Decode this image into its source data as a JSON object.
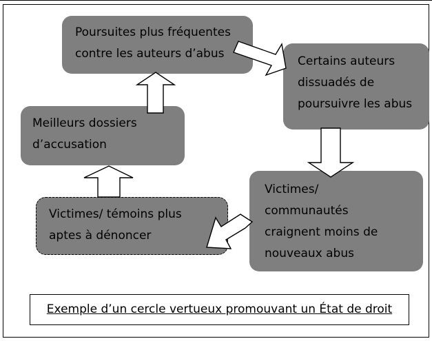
{
  "diagram": {
    "nodes": {
      "poursuites": "Poursuites plus fréquentes\ncontre les auteurs d’abus",
      "dissuades": "Certains auteurs\ndissuadés de\npoursuivre les abus",
      "communautes": "Victimes/\ncommunautés\ncraignent moins de\nnouveaux abus",
      "temoins": "Victimes/ témoins plus\naptes à dénoncer",
      "dossiers": "Meilleurs dossiers\nd’accusation"
    },
    "caption": "Exemple d’un cercle vertueux promouvant un État de droit"
  },
  "colors": {
    "node_fill": "#7f7f7f",
    "arrow_fill": "#ffffff",
    "stroke": "#000000"
  }
}
